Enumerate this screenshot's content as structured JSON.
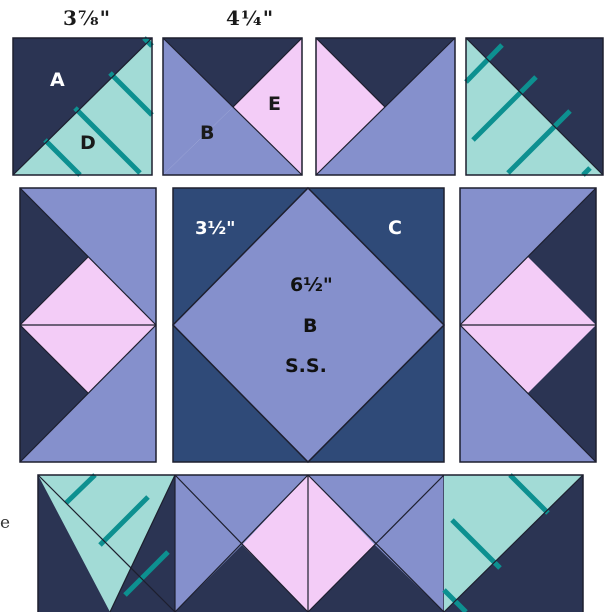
{
  "colors": {
    "dark": "#2b3453",
    "navy": "#2f4a78",
    "periwinkle": "#8590cc",
    "lilac": "#f3ccf7",
    "teal_light": "#a2dbd6",
    "teal_line": "#0d9090",
    "outline": "#1d1f2e"
  },
  "dimensions": {
    "top_left": "3⅞\"",
    "top_second": "4¼\""
  },
  "labels": {
    "A": "A",
    "D": "D",
    "B_left": "B",
    "E": "E",
    "center_dim_small": "3½\"",
    "C": "C",
    "center_dim_large": "6½\"",
    "center_B": "B",
    "center_ss": "S.S.",
    "edge_fragment": "e"
  }
}
